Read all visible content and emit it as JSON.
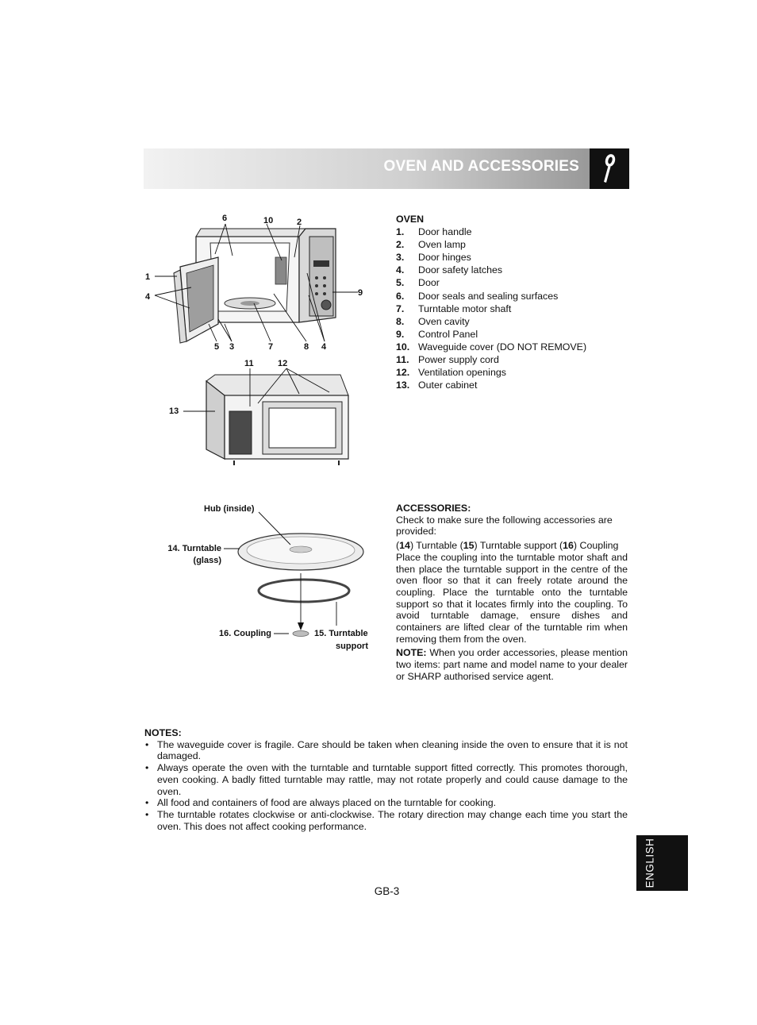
{
  "header": {
    "title": "OVEN AND ACCESSORIES",
    "icon": "spoon-icon"
  },
  "diagram1": {
    "labels": [
      "6",
      "10",
      "2",
      "1",
      "4",
      "9",
      "5",
      "3",
      "7",
      "8",
      "4"
    ]
  },
  "diagram2": {
    "labels": [
      "11",
      "12",
      "13"
    ]
  },
  "diagram3": {
    "hub": "Hub (inside)",
    "turntable_1": "14. Turntable",
    "turntable_2": "(glass)",
    "coupling": "16. Coupling",
    "support_1": "15. Turntable",
    "support_2": "support"
  },
  "oven": {
    "title": "OVEN",
    "items": [
      {
        "num": "1.",
        "label": "Door handle"
      },
      {
        "num": "2.",
        "label": "Oven lamp"
      },
      {
        "num": "3.",
        "label": "Door hinges"
      },
      {
        "num": "4.",
        "label": "Door safety latches"
      },
      {
        "num": "5.",
        "label": "Door"
      },
      {
        "num": "6.",
        "label": "Door seals and sealing surfaces"
      },
      {
        "num": "7.",
        "label": "Turntable motor shaft"
      },
      {
        "num": "8.",
        "label": "Oven cavity"
      },
      {
        "num": "9.",
        "label": "Control Panel"
      },
      {
        "num": "10.",
        "label": "Waveguide cover (DO NOT REMOVE)"
      },
      {
        "num": "11.",
        "label": "Power supply cord"
      },
      {
        "num": "12.",
        "label": "Ventilation openings"
      },
      {
        "num": "13.",
        "label": "Outer cabinet"
      }
    ]
  },
  "accessories": {
    "title": "ACCESSORIES:",
    "intro": "Check to make sure the following accessories are provided:",
    "list": {
      "p1": "(",
      "n14": "14",
      "p2": ") Turntable (",
      "n15": "15",
      "p3": ") Turntable support (",
      "n16": "16",
      "p4": ") Coupling"
    },
    "body": "Place the coupling into the turntable motor shaft and then place the turntable support in the centre of the oven floor so that it can freely rotate around the coupling. Place the turntable onto the turntable support so that it locates firmly into the coupling. To avoid turntable damage, ensure dishes and containers are lifted clear of the turntable rim when removing them from the oven.",
    "note_label": "NOTE:",
    "note_text": " When you order accessories, please mention two items: part name and model name to your dealer or SHARP authorised service agent."
  },
  "notes": {
    "title": "NOTES:",
    "items": [
      "The waveguide cover is fragile. Care should be taken when cleaning inside the oven to ensure that it is not damaged.",
      "Always operate the oven with the turntable and turntable support fitted correctly. This promotes thorough, even cooking. A badly fitted turntable may rattle, may not rotate properly and could cause damage to the oven.",
      "All food and containers of food are always placed on the turntable for cooking.",
      "The turntable rotates clockwise or anti-clockwise. The rotary direction may change each time you start the oven. This does not affect cooking performance."
    ]
  },
  "footer": {
    "page": "GB-3",
    "language": "ENGLISH"
  }
}
